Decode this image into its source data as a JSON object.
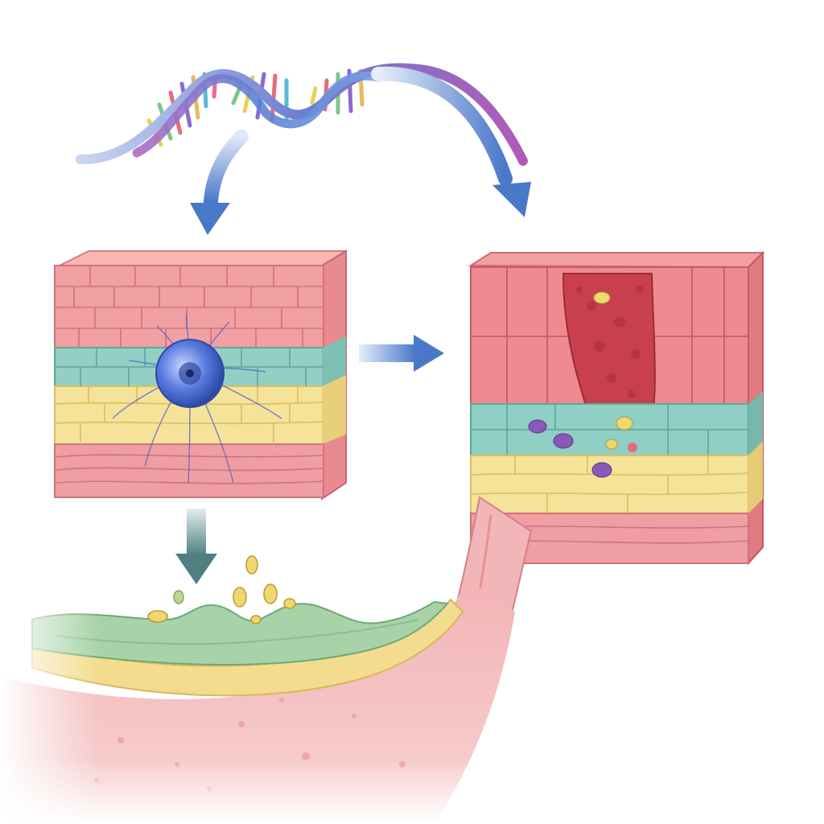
{
  "illustration": {
    "text_labels": [],
    "panels": [
      {
        "id": "dna",
        "description_key": "dna-double-helix"
      },
      {
        "id": "normal_tissue",
        "description_key": "layered-tissue-block-with-cell"
      },
      {
        "id": "damaged_tissue",
        "description_key": "tissue-block-with-lesion"
      },
      {
        "id": "mucosa",
        "description_key": "mucosal-surface-with-droplets"
      }
    ],
    "arrows": [
      {
        "from": "dna",
        "to": "normal_tissue"
      },
      {
        "from": "dna",
        "to": "damaged_tissue"
      },
      {
        "from": "normal_tissue",
        "to": "damaged_tissue"
      },
      {
        "from": "normal_tissue",
        "to": "mucosa"
      }
    ],
    "colors": {
      "arrow_blue": "#4a78c8",
      "arrow_teal": "#4f7f82",
      "tissue_pink": "#ef9ea3",
      "tissue_red": "#e4636e",
      "teal_layer": "#8fcfc4",
      "fat_yellow": "#f5e49a",
      "mucosa_green": "#a8d3a8",
      "cell_blue": "#4a6cc8",
      "droplet_yellow": "#f0d870",
      "particle_purple": "#8a58b8"
    }
  }
}
